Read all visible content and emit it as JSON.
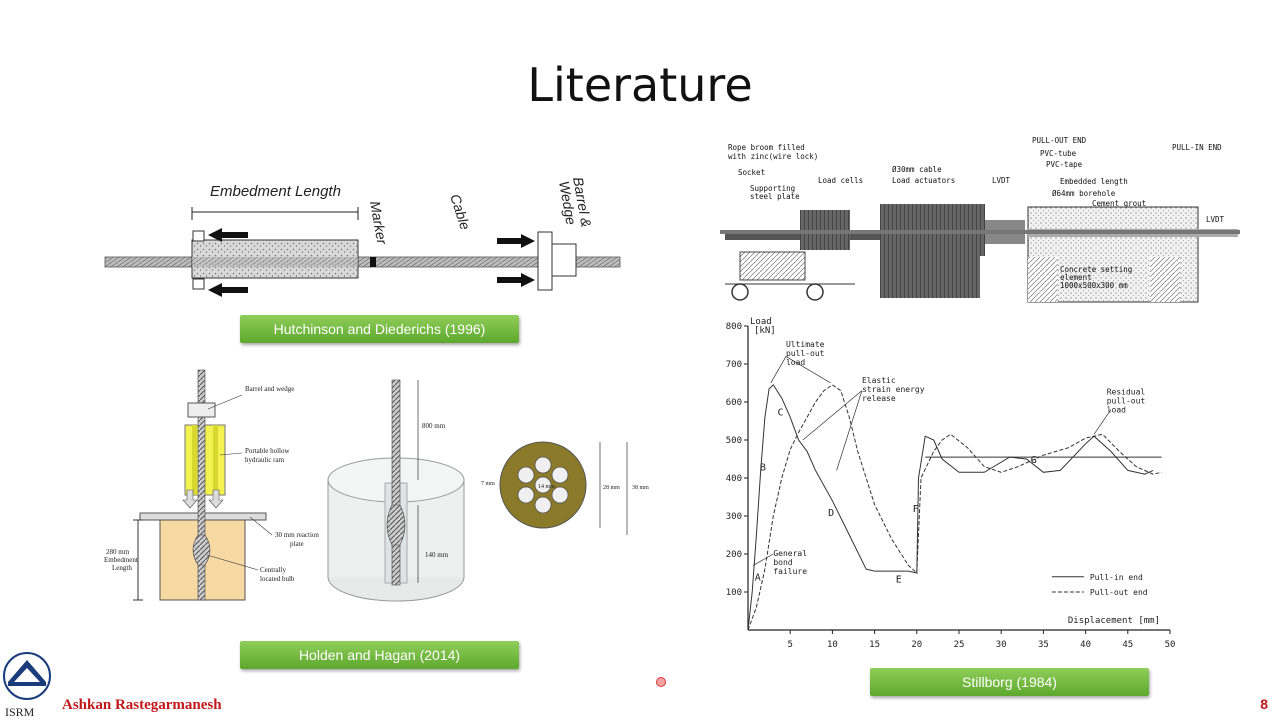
{
  "slide": {
    "title": "Literature",
    "author": "Ashkan Rastegarmanesh",
    "page_number": "8",
    "logo_text": "ISRM"
  },
  "figure_hutchinson": {
    "caption": "Hutchinson and Diederichs (1996)",
    "embedment_label": "Embedment Length",
    "marker_label": "Marker",
    "cable_label": "Cable",
    "barrel_label": "Barrel &",
    "wedge_label": "Wedge"
  },
  "figure_holden": {
    "caption": "Holden and Hagan (2014)",
    "barrel_wedge": "Barrel and wedge",
    "hollow_ram_1": "Portable hollow",
    "hollow_ram_2": "hydraulic ram",
    "reaction_plate_1": "30 mm reaction",
    "reaction_plate_2": "plate",
    "bulb_1": "Centrally",
    "bulb_2": "located bulb",
    "embedment_1": "280 mm",
    "embedment_2": "Embedment",
    "embedment_3": "Length",
    "dim_800": "800 mm",
    "dim_140": "140 mm",
    "dim_7": "7 mm",
    "dim_14": "14 mm",
    "dim_28": "28 mm",
    "dim_38": "38 mm"
  },
  "figure_stillborg_rig": {
    "rope_broom_1": "Rope broom filled",
    "rope_broom_2": "with zinc(wire lock)",
    "socket": "Socket",
    "support_1": "Supporting",
    "support_2": "steel plate",
    "load_cells": "Load cells",
    "cable": "Ø30mm cable",
    "actuators": "Load actuators",
    "lvdt_1": "LVDT",
    "pull_out_end": "PULL-OUT END",
    "pvc_tube": "PVC-tube",
    "pvc_tape": "PVC-tape",
    "embedded_length": "Embedded length",
    "borehole": "Ø64mm borehole",
    "cement_grout": "Cement grout",
    "pull_in_end": "PULL-IN END",
    "lvdt_2": "LVDT",
    "concrete_1": "Concrete setting",
    "concrete_2": "element",
    "concrete_3": "1000x500x300 mm"
  },
  "chart_data": {
    "type": "line",
    "caption": "Stillborg (1984)",
    "xlabel": "Displacement [mm]",
    "ylabel": "Load",
    "yunit": "[kN]",
    "xlim": [
      0,
      50
    ],
    "ylim": [
      0,
      800
    ],
    "x_ticks": [
      "5",
      "10",
      "15",
      "20",
      "25",
      "30",
      "35",
      "40",
      "45",
      "50"
    ],
    "y_ticks": [
      "100",
      "200",
      "300",
      "400",
      "500",
      "600",
      "700",
      "800"
    ],
    "x_tick_values": [
      5,
      10,
      15,
      20,
      25,
      30,
      35,
      40,
      45,
      50
    ],
    "y_tick_values": [
      100,
      200,
      300,
      400,
      500,
      600,
      700,
      800
    ],
    "legend": [
      "Pull-in end",
      "Pull-out end"
    ],
    "legend_position": "bottom-right",
    "series": [
      {
        "name": "Pull-in end",
        "style": "solid",
        "points": [
          [
            0,
            0
          ],
          [
            0.5,
            100
          ],
          [
            1,
            250
          ],
          [
            1.5,
            420
          ],
          [
            2,
            560
          ],
          [
            2.5,
            635
          ],
          [
            3,
            645
          ],
          [
            4,
            610
          ],
          [
            5,
            560
          ],
          [
            6,
            500
          ],
          [
            7,
            470
          ],
          [
            8,
            420
          ],
          [
            10,
            340
          ],
          [
            12,
            250
          ],
          [
            14,
            160
          ],
          [
            15,
            155
          ],
          [
            19,
            155
          ],
          [
            20,
            150
          ],
          [
            20.2,
            400
          ],
          [
            21,
            510
          ],
          [
            22,
            500
          ],
          [
            23,
            450
          ],
          [
            25,
            415
          ],
          [
            28,
            415
          ],
          [
            31,
            455
          ],
          [
            33,
            450
          ],
          [
            35,
            415
          ],
          [
            37,
            420
          ],
          [
            40,
            490
          ],
          [
            41,
            510
          ],
          [
            43,
            470
          ],
          [
            45,
            420
          ],
          [
            47,
            410
          ],
          [
            48,
            420
          ]
        ]
      },
      {
        "name": "Pull-out end",
        "style": "dashed",
        "points": [
          [
            0,
            0
          ],
          [
            1,
            60
          ],
          [
            2,
            160
          ],
          [
            3,
            300
          ],
          [
            4,
            400
          ],
          [
            5,
            475
          ],
          [
            6,
            520
          ],
          [
            7,
            560
          ],
          [
            8,
            600
          ],
          [
            9,
            630
          ],
          [
            10,
            645
          ],
          [
            11,
            630
          ],
          [
            12,
            560
          ],
          [
            13,
            470
          ],
          [
            15,
            330
          ],
          [
            17,
            240
          ],
          [
            19,
            170
          ],
          [
            20,
            150
          ],
          [
            20.5,
            400
          ],
          [
            22,
            470
          ],
          [
            23,
            500
          ],
          [
            24,
            515
          ],
          [
            26,
            480
          ],
          [
            28,
            430
          ],
          [
            30,
            415
          ],
          [
            32,
            430
          ],
          [
            35,
            460
          ],
          [
            38,
            480
          ],
          [
            40,
            505
          ],
          [
            42,
            515
          ],
          [
            44,
            470
          ],
          [
            46,
            430
          ],
          [
            48,
            410
          ],
          [
            49,
            415
          ]
        ]
      },
      {
        "name": "Residual load level",
        "style": "solid",
        "points": [
          [
            21,
            455
          ],
          [
            49,
            455
          ]
        ]
      }
    ],
    "point_labels": [
      {
        "label": "A",
        "x": 0.8,
        "y": 130
      },
      {
        "label": "B",
        "x": 1.4,
        "y": 420
      },
      {
        "label": "C",
        "x": 3.5,
        "y": 565
      },
      {
        "label": "D",
        "x": 9.5,
        "y": 300
      },
      {
        "label": "E",
        "x": 17.5,
        "y": 125
      },
      {
        "label": "F",
        "x": 19.5,
        "y": 310
      },
      {
        "label": "G",
        "x": 33.5,
        "y": 440
      }
    ],
    "annotations": {
      "ultimate_1": "Ultimate",
      "ultimate_2": "pull-out",
      "ultimate_3": "load",
      "elastic_1": "Elastic",
      "elastic_2": "strain energy",
      "elastic_3": "release",
      "residual_1": "Residual",
      "residual_2": "pull-out",
      "residual_3": "load",
      "general_1": "General",
      "general_2": "bond",
      "general_3": "failure"
    }
  }
}
